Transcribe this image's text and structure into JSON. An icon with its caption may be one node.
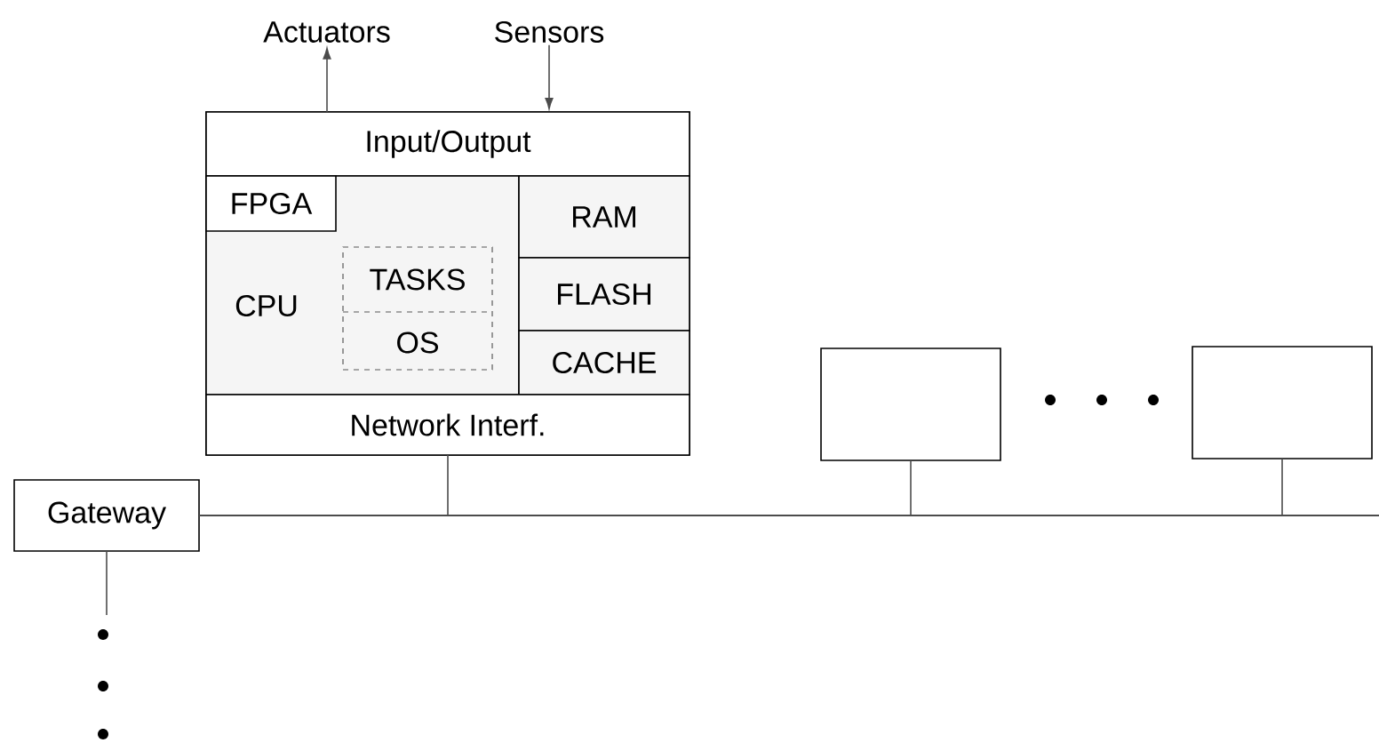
{
  "diagram": {
    "nodes": [
      {
        "text": [
          "Actuators"
        ]
      },
      {
        "text": [
          "Sensors"
        ]
      },
      {
        "text": [],
        "shape": "box"
      },
      {
        "text": [
          "Input/Output"
        ],
        "in": 2
      },
      {
        "text": [
          "CPU"
        ],
        "in": 2
      },
      {
        "text": [
          "FPGA"
        ],
        "in": 4
      },
      {
        "text": [
          "TASKS",
          "OS"
        ],
        "in": 4
      },
      {
        "text": [
          "RAM"
        ],
        "in": 2
      },
      {
        "text": [
          "FLASH"
        ],
        "in": 2
      },
      {
        "text": [
          "CACHE"
        ],
        "in": 2
      },
      {
        "text": [
          "Network Interf."
        ],
        "in": 2
      },
      {
        "text": [
          "Gateway"
        ]
      },
      {
        "text": [],
        "shape": "box"
      },
      {
        "text": [],
        "shape": "box"
      },
      {
        "text": [],
        "shape": "bar"
      }
    ],
    "edges": [
      {
        "from": 3,
        "to": 0,
        "arrow": "to"
      },
      {
        "from": 1,
        "to": 3,
        "arrow": "to"
      },
      {
        "from": 10,
        "to": 14,
        "arrow": "none"
      },
      {
        "from": 12,
        "to": 14,
        "arrow": "none"
      },
      {
        "from": 13,
        "to": 14,
        "arrow": "none"
      },
      {
        "from": 11,
        "to": null,
        "arrow": "none"
      }
    ]
  }
}
